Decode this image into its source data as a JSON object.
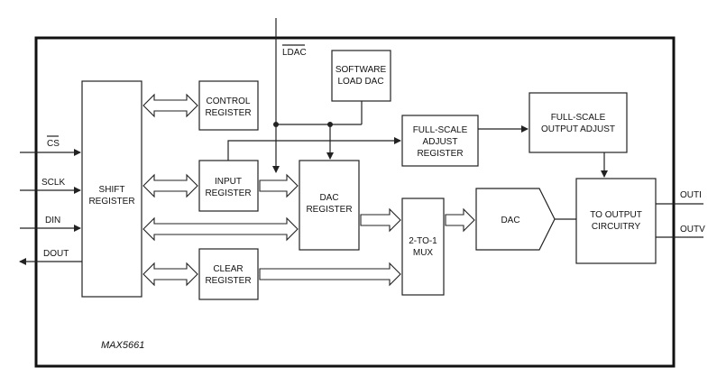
{
  "diagram": {
    "part_number": "MAX5661",
    "blocks": {
      "shift_register": [
        "SHIFT",
        "REGISTER"
      ],
      "control_register": [
        "CONTROL",
        "REGISTER"
      ],
      "input_register": [
        "INPUT",
        "REGISTER"
      ],
      "clear_register": [
        "CLEAR",
        "REGISTER"
      ],
      "software_load_dac": [
        "SOFTWARE",
        "LOAD DAC"
      ],
      "dac_register": [
        "DAC",
        "REGISTER"
      ],
      "full_scale_adjust_register": [
        "FULL-SCALE",
        "ADJUST",
        "REGISTER"
      ],
      "full_scale_output_adjust": [
        "FULL-SCALE",
        "OUTPUT ADJUST"
      ],
      "mux": [
        "2-TO-1",
        "MUX"
      ],
      "dac": [
        "DAC"
      ],
      "to_output_circuitry": [
        "TO OUTPUT",
        "CIRCUITRY"
      ]
    },
    "pins": {
      "cs": "CS",
      "sclk": "SCLK",
      "din": "DIN",
      "dout": "DOUT",
      "ldac": "LDAC",
      "outi": "OUTI",
      "outv": "OUTV"
    }
  }
}
